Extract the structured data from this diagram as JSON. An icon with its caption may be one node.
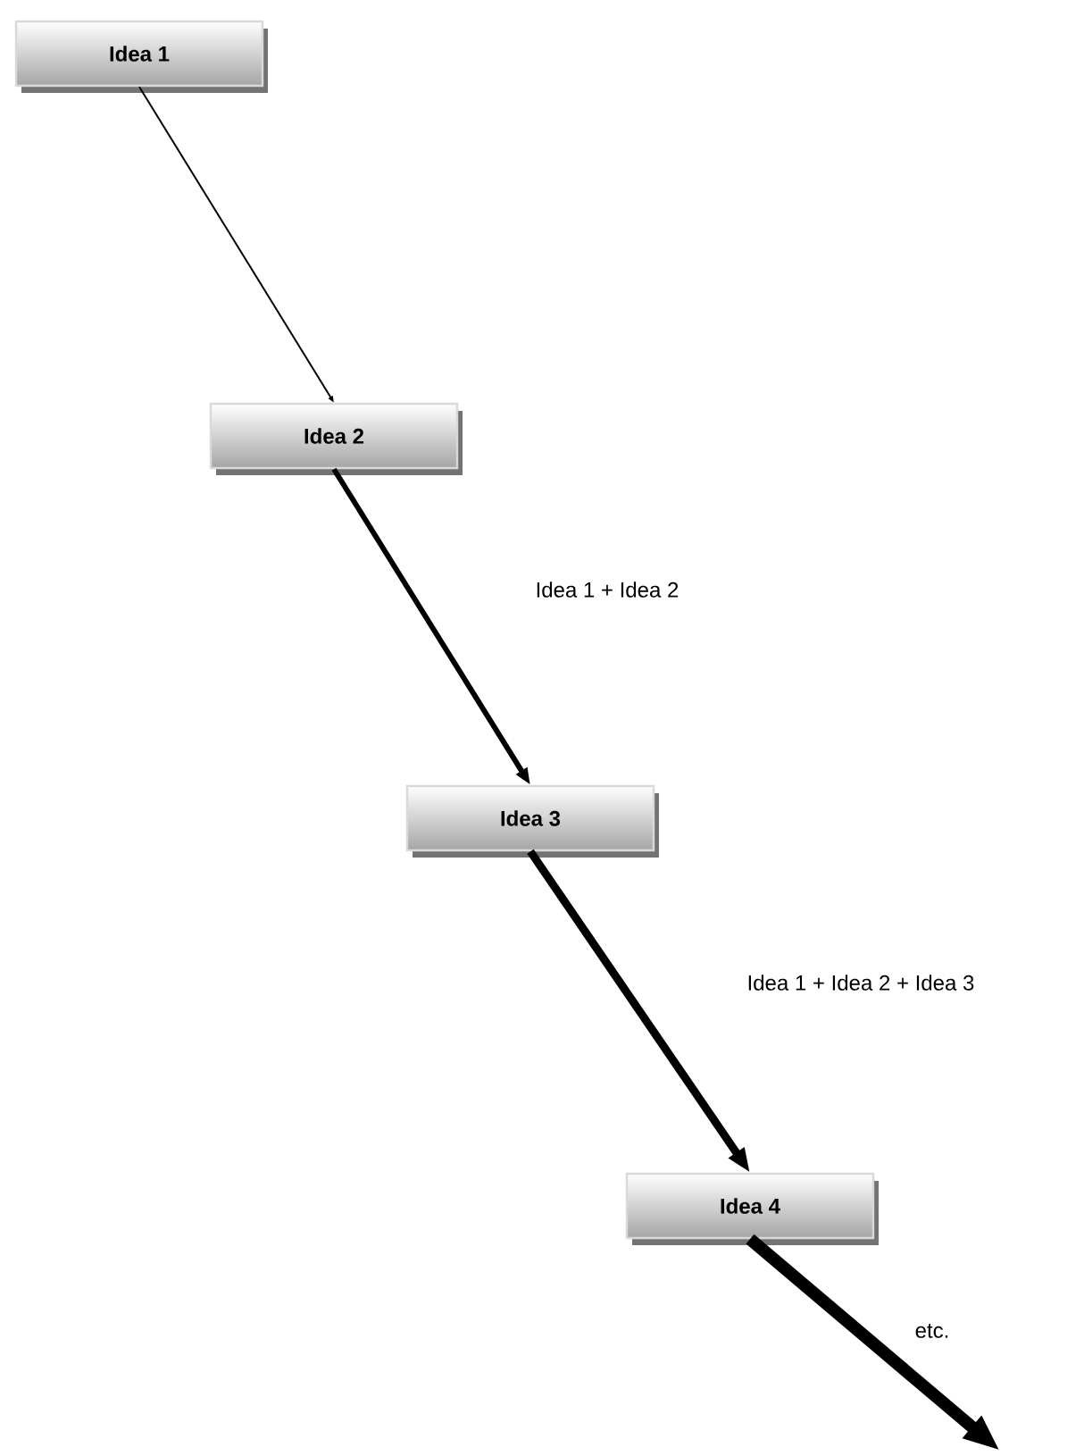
{
  "diagram": {
    "nodes": [
      {
        "text": [
          "Idea 1"
        ]
      },
      {
        "text": [
          "Idea 2"
        ]
      },
      {
        "text": [
          "Idea 3"
        ]
      },
      {
        "text": [
          "Idea 4"
        ]
      }
    ],
    "edges": [
      {
        "from": 0,
        "to": 1,
        "arrow": "to"
      },
      {
        "from": 1,
        "to": 2,
        "arrow": "to",
        "label": "Idea 1 + Idea 2"
      },
      {
        "from": 2,
        "to": 3,
        "arrow": "to",
        "label": "Idea 1 + Idea 2 + Idea 3"
      },
      {
        "from": 3,
        "to": null,
        "arrow": "to",
        "label": "etc.",
        "style": "thick"
      }
    ]
  }
}
